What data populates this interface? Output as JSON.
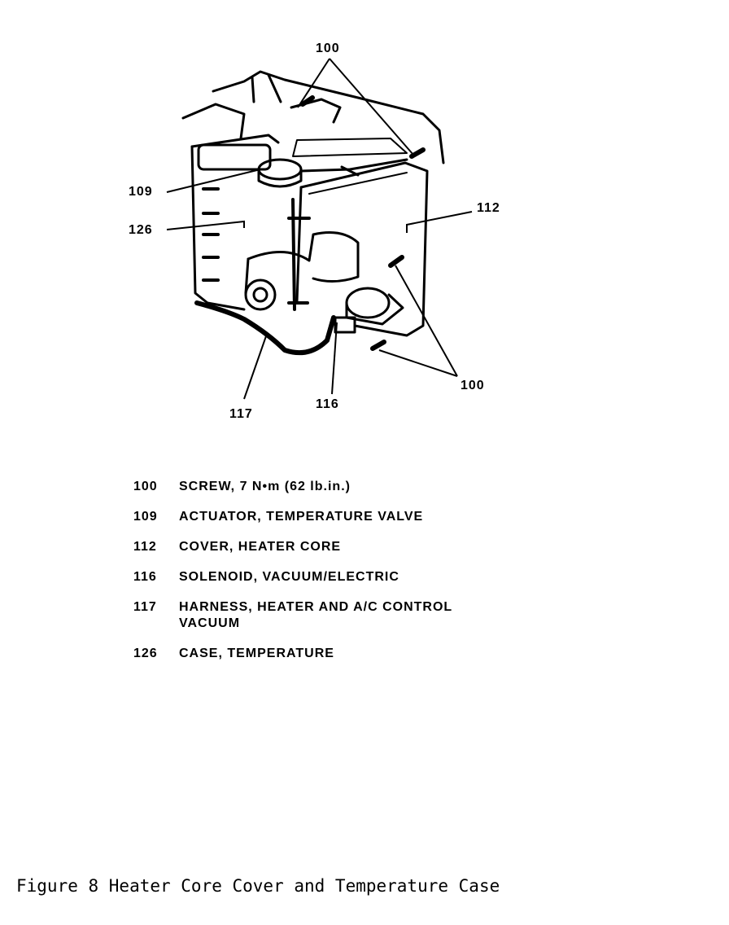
{
  "callouts": {
    "c100_top": "100",
    "c109": "109",
    "c126": "126",
    "c112": "112",
    "c100_bottom": "100",
    "c117": "117",
    "c116": "116"
  },
  "legend": [
    {
      "number": "100",
      "description": "SCREW, 7 N•m (62 lb.in.)"
    },
    {
      "number": "109",
      "description": "ACTUATOR, TEMPERATURE VALVE"
    },
    {
      "number": "112",
      "description": "COVER, HEATER CORE"
    },
    {
      "number": "116",
      "description": "SOLENOID, VACUUM/ELECTRIC"
    },
    {
      "number": "117",
      "description": "HARNESS, HEATER AND A/C CONTROL\nVACUUM"
    },
    {
      "number": "126",
      "description": "CASE, TEMPERATURE"
    }
  ],
  "caption": "Figure 8 Heater Core Cover and Temperature Case"
}
